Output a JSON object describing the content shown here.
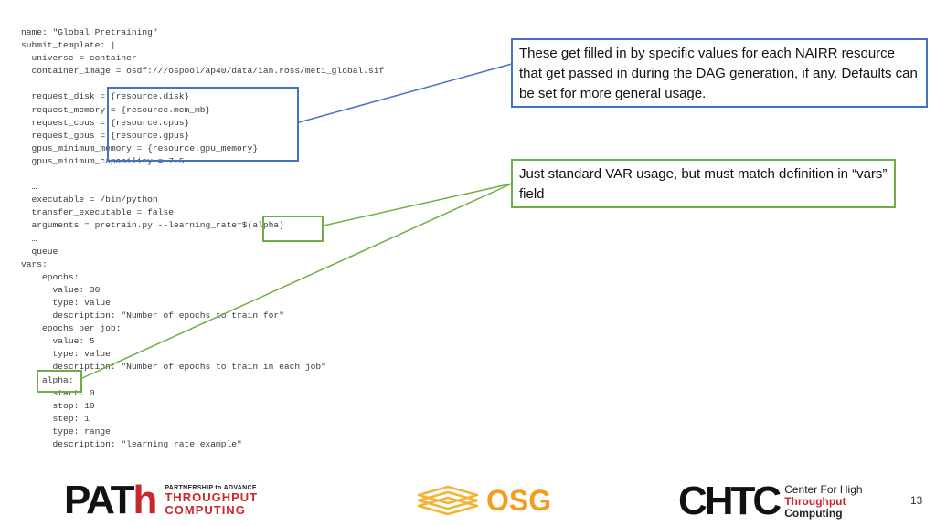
{
  "code_lines": [
    "name: \"Global Pretraining\"",
    "submit_template: |",
    "  universe = container",
    "  container_image = osdf:///ospool/ap40/data/ian.ross/met1_global.sif",
    "",
    "  request_disk = {resource.disk}",
    "  request_memory = {resource.mem_mb}",
    "  request_cpus = {resource.cpus}",
    "  request_gpus = {resource.gpus}",
    "  gpus_minimum_memory = {resource.gpu_memory}",
    "  gpus_minimum_capability = 7.5",
    "",
    "  …",
    "  executable = /bin/python",
    "  transfer_executable = false",
    "  arguments = pretrain.py --learning_rate=$(alpha)",
    "  …",
    "  queue",
    "vars:",
    "    epochs:",
    "      value: 30",
    "      type: value",
    "      description: \"Number of epochs to train for\"",
    "    epochs_per_job:",
    "      value: 5",
    "      type: value",
    "      description: \"Number of epochs to train in each job\"",
    "    alpha:",
    "      start: 0",
    "      stop: 10",
    "      step: 1",
    "      type: range",
    "      description: \"learning rate example\""
  ],
  "callouts": {
    "resource": "These get filled in by specific values for each NAIRR resource that get passed in during the DAG generation, if any. Defaults can be set for more general usage.",
    "vars": "Just standard VAR usage, but must match definition in “vars” field"
  },
  "logos": {
    "path_word_a": "PAT",
    "path_word_h": "h",
    "path_small": "PARTNERSHIP to ADVANCE",
    "path_big1": "THROUGHPUT",
    "path_big2": "COMPUTING",
    "osg": "OSG",
    "chtc": "CHTC",
    "chtc_l1": "Center For High",
    "chtc_l2": "Throughput",
    "chtc_l3": "Computing"
  },
  "page_number": "13",
  "colors": {
    "blue": "#4472c4",
    "green": "#70ad47",
    "red": "#c8282d",
    "orange": "#f39c1f"
  }
}
